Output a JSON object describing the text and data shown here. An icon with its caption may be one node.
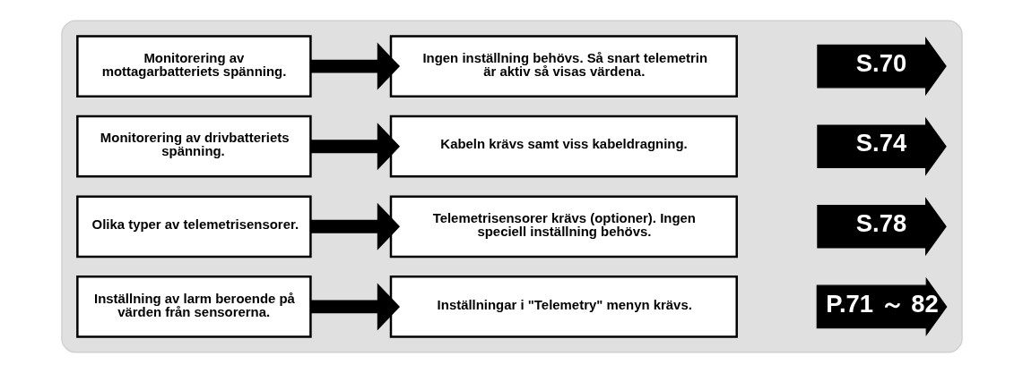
{
  "diagram": {
    "nodes": [
      {
        "text": [],
        "shape": "box"
      },
      {
        "text": [
          "Monitorering av mottagarbatteriets spänning."
        ],
        "in": 0
      },
      {
        "text": [
          "Ingen inställning behövs. Så snart telemetrin är aktiv så visas värdena."
        ],
        "in": 0
      },
      {
        "text": [
          "S.70"
        ],
        "in": 0
      },
      {
        "text": [
          "Monitorering av drivbatteriets spänning."
        ],
        "in": 0
      },
      {
        "text": [
          "Kabeln krävs samt viss kabeldragning."
        ],
        "in": 0
      },
      {
        "text": [
          "S.74"
        ],
        "in": 0
      },
      {
        "text": [
          "Olika typer av telemetrisensorer."
        ],
        "in": 0
      },
      {
        "text": [
          "Telemetrisensorer krävs (optioner). Ingen speciell inställning behövs."
        ],
        "in": 0
      },
      {
        "text": [
          "S.78"
        ],
        "in": 0
      },
      {
        "text": [
          "Inställning av larm beroende på värden från sensorerna."
        ],
        "in": 0
      },
      {
        "text": [
          "Inställningar i \"Telemetry\" menyn krävs."
        ],
        "in": 0
      },
      {
        "text": [
          "P.71 ～ 82"
        ],
        "in": 0
      }
    ],
    "edges": [
      {
        "from": 1,
        "to": 2,
        "arrow": "to"
      },
      {
        "from": 4,
        "to": 5,
        "arrow": "to"
      },
      {
        "from": 7,
        "to": 8,
        "arrow": "to"
      },
      {
        "from": 10,
        "to": 11,
        "arrow": "to"
      }
    ]
  }
}
